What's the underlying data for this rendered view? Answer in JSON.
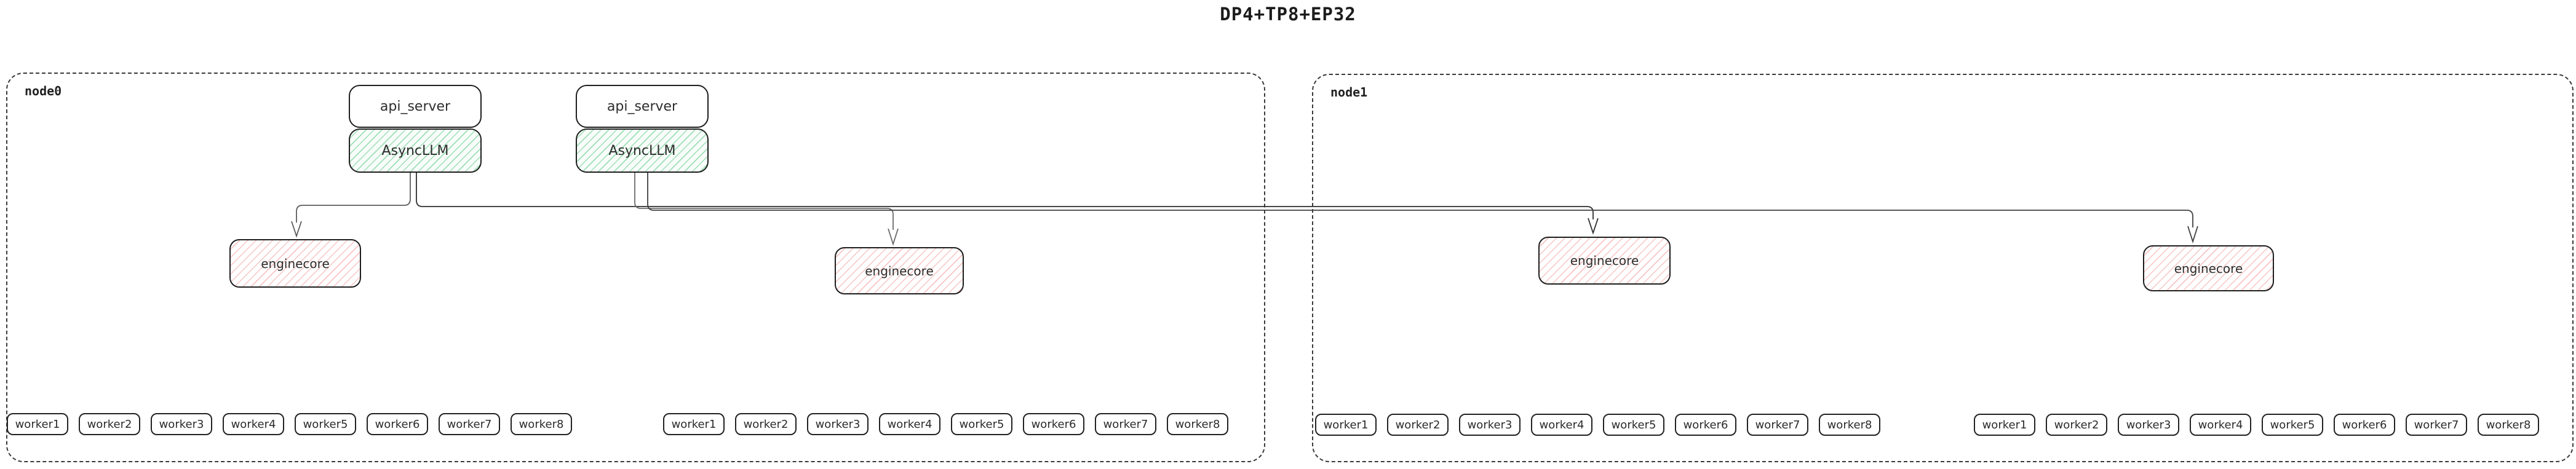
{
  "title": "DP4+TP8+EP32",
  "colors": {
    "background": "#ffffff",
    "border_dark": "#1e1e1e",
    "node_dash": "#3a3a3a",
    "asyncllm_hatch_green": "#52c480",
    "enginecore_hatch_red": "#f07373",
    "connector_gray": "#5c5c5c",
    "connector_dark": "#2f2f2f"
  },
  "nodes": [
    {
      "label": "node0",
      "stacks": [
        {
          "api_server_label": "api_server",
          "asyncllm_label": "AsyncLLM"
        },
        {
          "api_server_label": "api_server",
          "asyncllm_label": "AsyncLLM"
        }
      ],
      "enginecores": [
        "enginecore",
        "enginecore"
      ],
      "worker_groups": [
        [
          "worker1",
          "worker2",
          "worker3",
          "worker4",
          "worker5",
          "worker6",
          "worker7",
          "worker8"
        ],
        [
          "worker1",
          "worker2",
          "worker3",
          "worker4",
          "worker5",
          "worker6",
          "worker7",
          "worker8"
        ]
      ]
    },
    {
      "label": "node1",
      "stacks": [],
      "enginecores": [
        "enginecore",
        "enginecore"
      ],
      "worker_groups": [
        [
          "worker1",
          "worker2",
          "worker3",
          "worker4",
          "worker5",
          "worker6",
          "worker7",
          "worker8"
        ],
        [
          "worker1",
          "worker2",
          "worker3",
          "worker4",
          "worker5",
          "worker6",
          "worker7",
          "worker8"
        ]
      ]
    }
  ]
}
